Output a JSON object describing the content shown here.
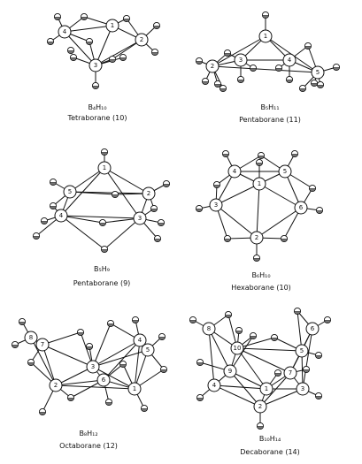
{
  "panels": [
    {
      "id": "tetraborane",
      "formula": "B₄H₁₀",
      "name": "Tetraborane (10)"
    },
    {
      "id": "pentaborane11",
      "formula": "B₅H₁₁",
      "name": "Pentaborane (11)"
    },
    {
      "id": "pentaborane9",
      "formula": "B₅H₉",
      "name": "Pentaborane (9)"
    },
    {
      "id": "hexaborane",
      "formula": "B₆H₁₀",
      "name": "Hexaborane (10)"
    },
    {
      "id": "octaborane",
      "formula": "B₈H₁₂",
      "name": "Octaborane (12)"
    },
    {
      "id": "decaborane",
      "formula": "B₁₀H₁₄",
      "name": "Decaborane (14)"
    }
  ]
}
